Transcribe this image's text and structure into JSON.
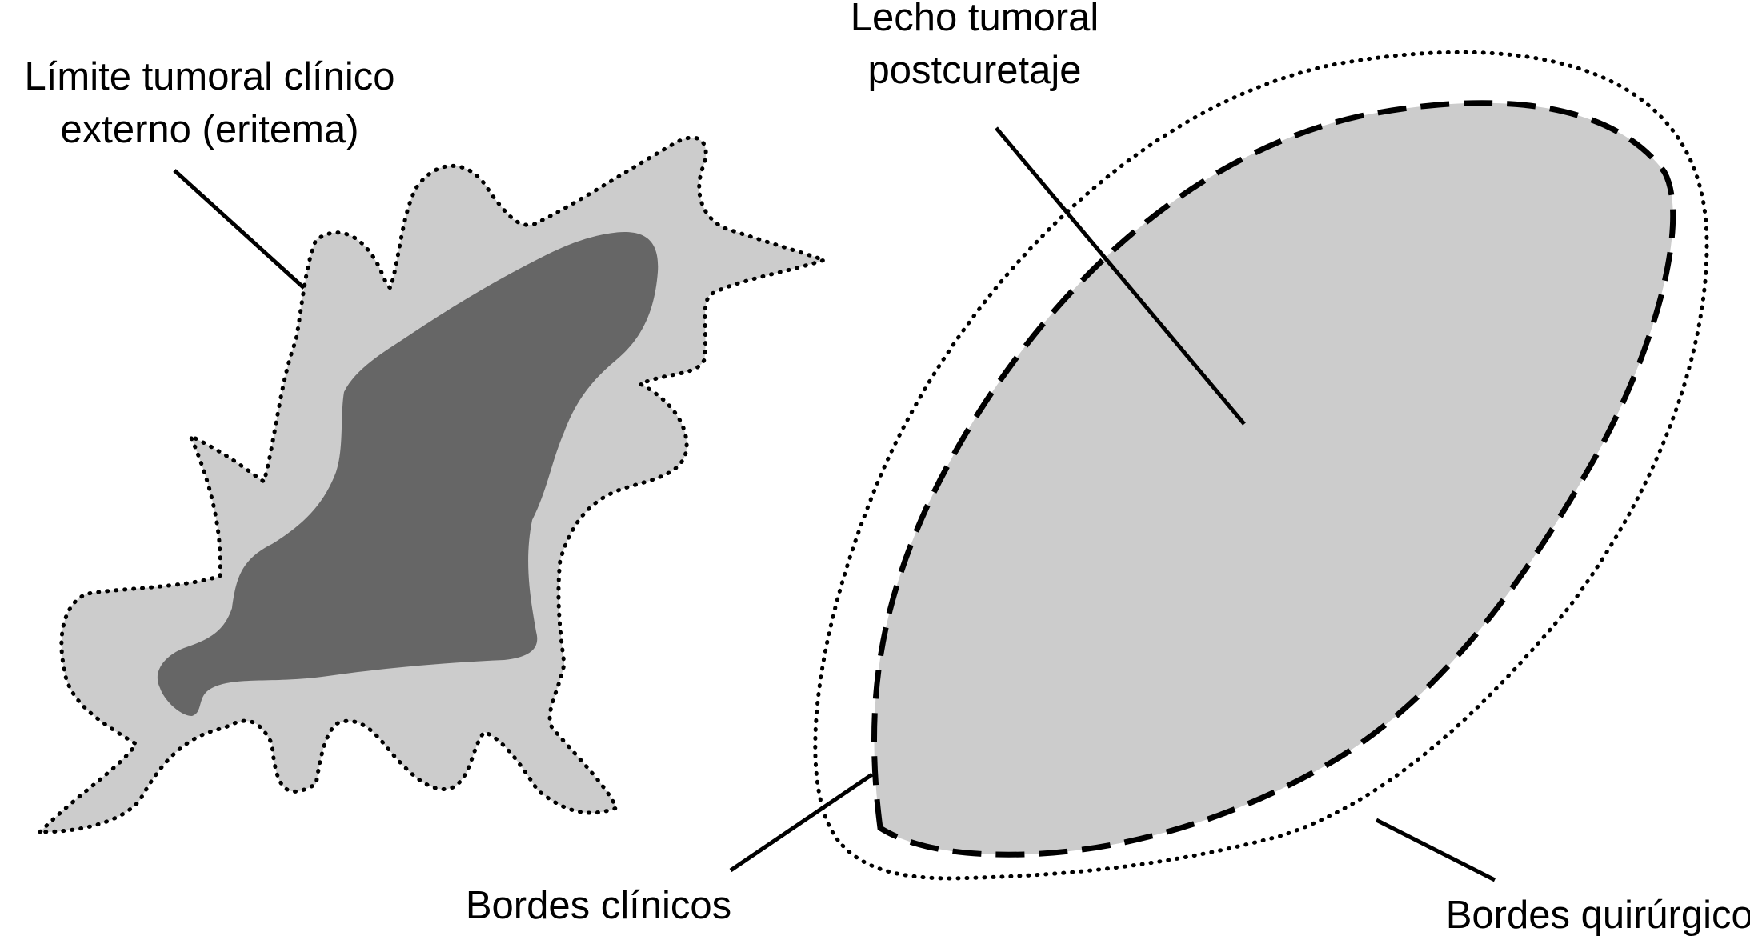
{
  "labels": {
    "external_limit_line1": "Límite tumoral clínico",
    "external_limit_line2": "externo (eritema)",
    "tumor_bed_line1": "Lecho tumoral",
    "tumor_bed_line2": "postcuretaje",
    "clinical_borders": "Bordes clínicos",
    "surgical_borders": "Bordes quirúrgicos"
  },
  "colors": {
    "erythema_fill": "#cccccc",
    "tumor_core_fill": "#666666",
    "tumor_bed_fill": "#cccccc",
    "outline": "#000000",
    "background": "#ffffff"
  }
}
